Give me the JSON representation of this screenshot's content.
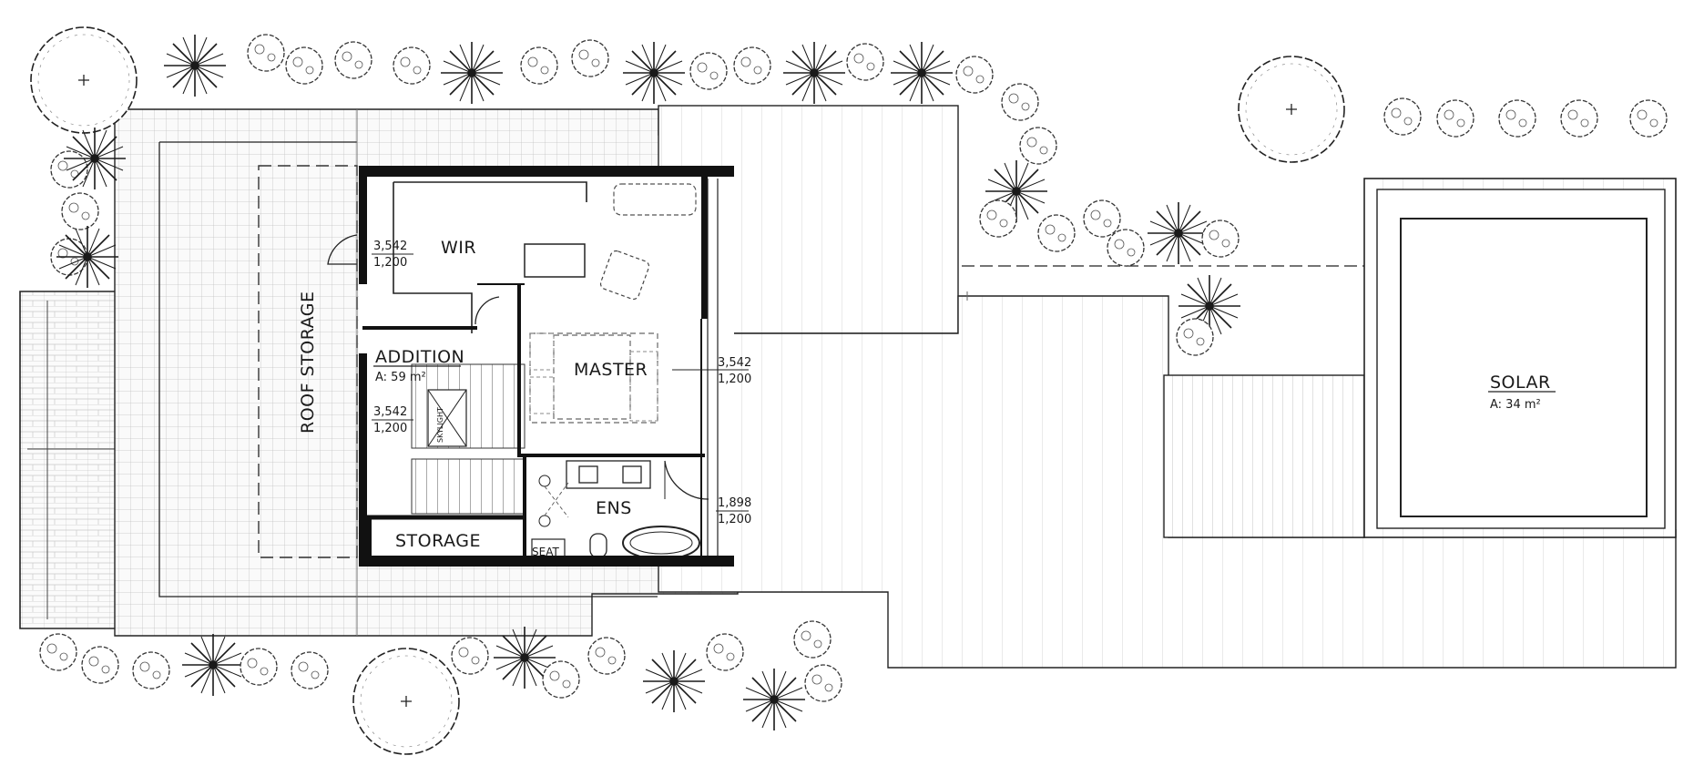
{
  "rooms": {
    "wir": "WIR",
    "master": "MASTER",
    "addition": "ADDITION",
    "addition_area": "A:    59 m²",
    "roof_storage": "ROOF STORAGE",
    "storage": "STORAGE",
    "ens": "ENS",
    "seat": "SEAT",
    "solar": "SOLAR",
    "solar_area": "A:   34 m²"
  },
  "dimensions": {
    "wir_h": "3,542",
    "wir_w": "1,200",
    "master_h": "3,542",
    "master_w": "1,200",
    "addition_h": "3,542",
    "addition_w": "1,200",
    "ens_h": "1,898",
    "ens_w": "1,200"
  },
  "stair_label": "SKYLIGHT",
  "colors": {
    "ink": "#1a1a1a",
    "wall": "#111111",
    "hatch": "#b5b5b5",
    "paper": "#ffffff"
  }
}
